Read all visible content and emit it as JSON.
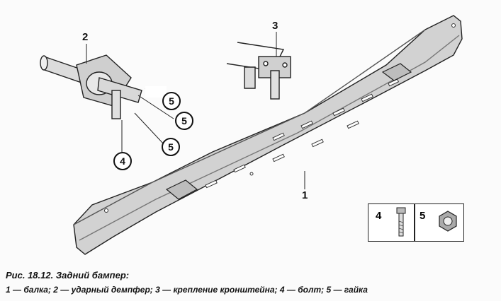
{
  "callouts": {
    "part1": "1",
    "part2": "2",
    "part3": "3",
    "part4": "4",
    "part5a": "5",
    "part5b": "5",
    "part5c": "5"
  },
  "inset": {
    "bolt_label": "4",
    "nut_label": "5"
  },
  "caption": {
    "title": "Рис. 18.12. Задний бампер:",
    "legend": "1 — балка; 2 — ударный демпфер; 3 — крепление кронштейна; 4 — болт; 5 — гайка"
  }
}
